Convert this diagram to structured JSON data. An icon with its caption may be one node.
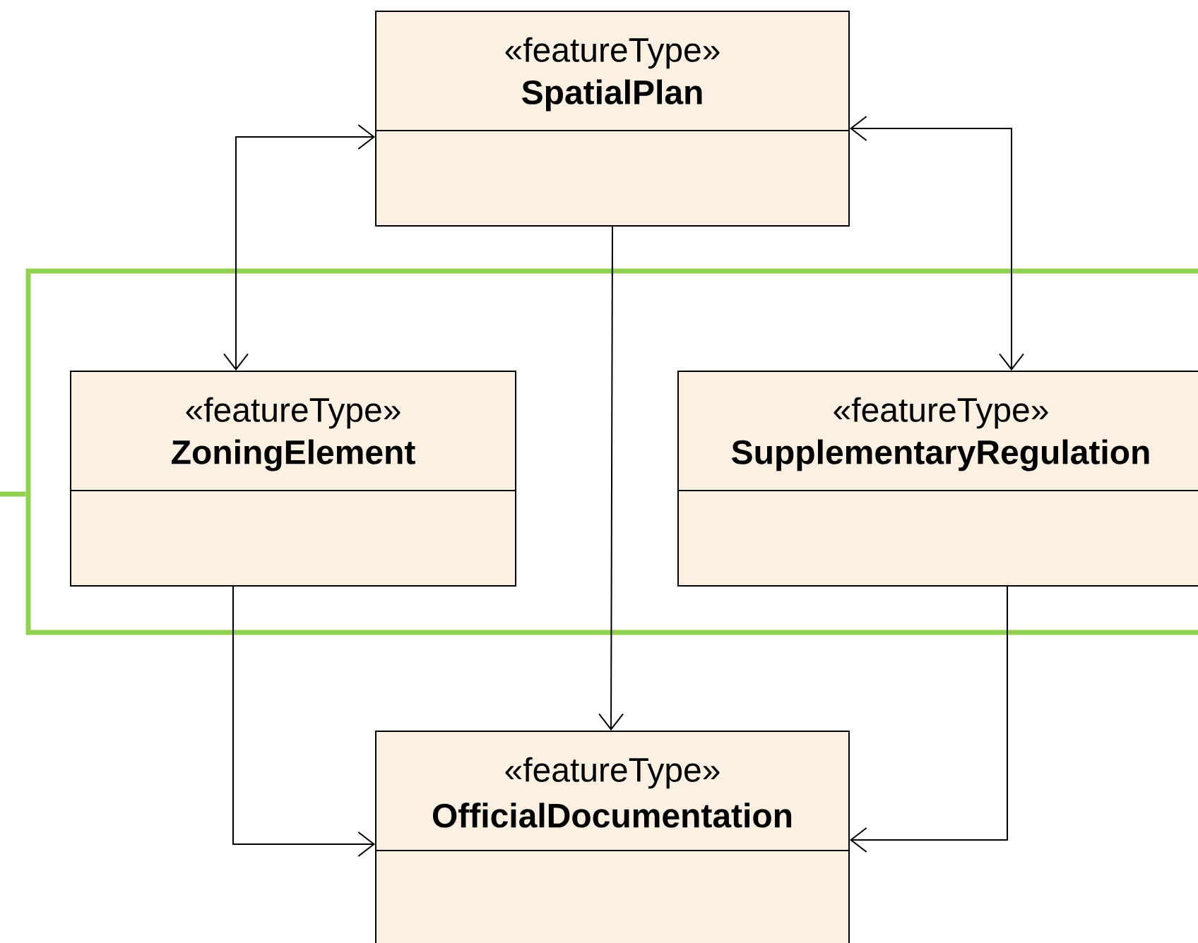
{
  "diagram": {
    "nodes": [
      {
        "text": [
          "«featureType»",
          "SpatialPlan"
        ]
      },
      {
        "text": [],
        "shape": "box"
      },
      {
        "text": [
          "«featureType»",
          "ZoningElement"
        ],
        "in": 1
      },
      {
        "text": [
          "«featureType»",
          "SupplementaryRegulation"
        ],
        "in": 1
      },
      {
        "text": [
          "«featureType»",
          "OfficialDocumentation"
        ]
      }
    ],
    "edges": [
      {
        "from": 0,
        "to": 2,
        "arrow": "both"
      },
      {
        "from": 0,
        "to": 3,
        "arrow": "both"
      },
      {
        "from": 0,
        "to": 4,
        "arrow": "to"
      },
      {
        "from": 2,
        "to": 4,
        "arrow": "to"
      },
      {
        "from": 3,
        "to": 4,
        "arrow": "to"
      },
      {
        "from": null,
        "to": 1,
        "arrow": "none",
        "style": "thick",
        "color": "#92d050"
      }
    ]
  }
}
